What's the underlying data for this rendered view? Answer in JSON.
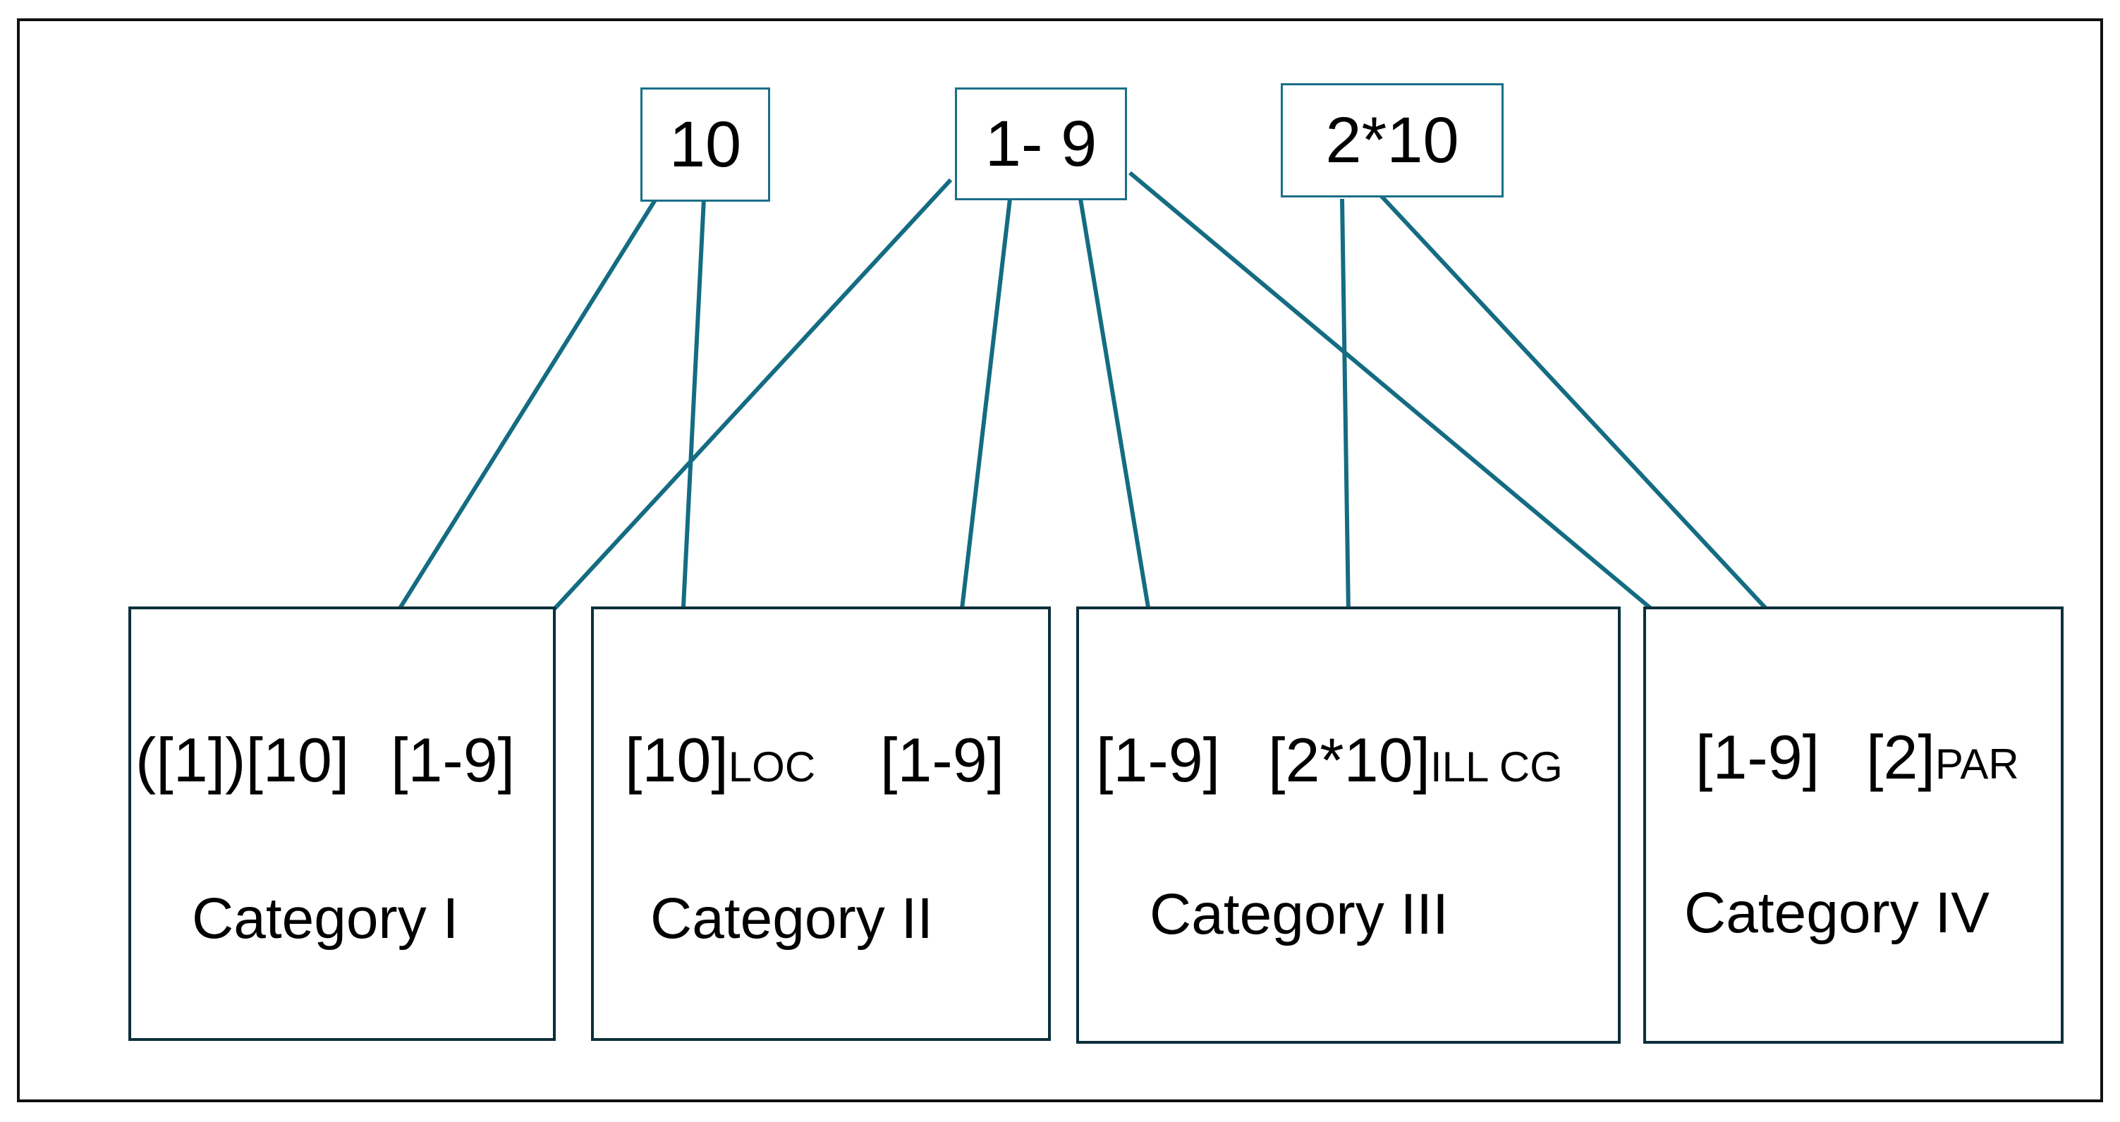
{
  "sources": [
    {
      "id": "s10",
      "label": "10"
    },
    {
      "id": "s19",
      "label": "1- 9"
    },
    {
      "id": "s210",
      "label": "2*10"
    }
  ],
  "categories": [
    {
      "id": "c1",
      "label": "Category I",
      "codes": [
        {
          "main": "([1])[10]",
          "sub": ""
        },
        {
          "main": "[1-9]",
          "sub": ""
        }
      ]
    },
    {
      "id": "c2",
      "label": "Category II",
      "codes": [
        {
          "main": "[10]",
          "sub": "LOC"
        },
        {
          "main": "[1-9]",
          "sub": ""
        }
      ]
    },
    {
      "id": "c3",
      "label": "Category III",
      "codes": [
        {
          "main": "[1-9]",
          "sub": ""
        },
        {
          "main": "[2*10]",
          "sub": "ILL CG"
        }
      ]
    },
    {
      "id": "c4",
      "label": "Category IV",
      "codes": [
        {
          "main": "[1-9]",
          "sub": ""
        },
        {
          "main": "[2]",
          "sub": "PAR"
        }
      ]
    }
  ],
  "edges": [
    {
      "from": "10",
      "to": "Category I"
    },
    {
      "from": "10",
      "to": "Category II"
    },
    {
      "from": "1- 9",
      "to": "Category I"
    },
    {
      "from": "1- 9",
      "to": "Category II"
    },
    {
      "from": "1- 9",
      "to": "Category III"
    },
    {
      "from": "1- 9",
      "to": "Category IV"
    },
    {
      "from": "2*10",
      "to": "Category III"
    },
    {
      "from": "2*10",
      "to": "Category IV"
    }
  ],
  "colors": {
    "arrow": "#146c82",
    "source_border": "#1a6f87",
    "category_border": "#0c2f3a"
  }
}
